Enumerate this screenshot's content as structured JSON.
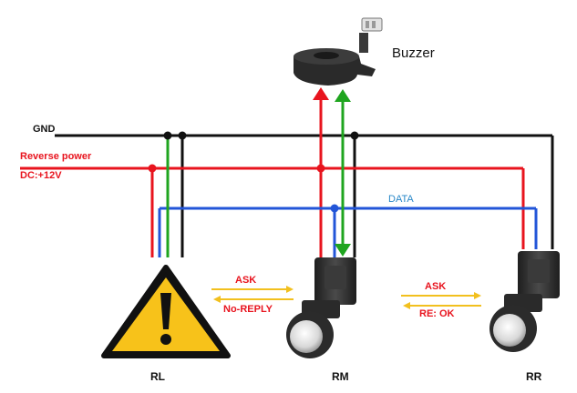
{
  "labels": {
    "gnd": "GND",
    "reverse_power": "Reverse  power",
    "dc": "DC:+12V",
    "data": "DATA",
    "buzzer": "Buzzer",
    "ask_left": "ASK",
    "no_reply": "No-REPLY",
    "ask_right": "ASK",
    "re_ok": "RE: OK",
    "rl": "RL",
    "rm": "RM",
    "rr": "RR"
  },
  "colors": {
    "gnd": "#111111",
    "power": "#e8141e",
    "data": "#2255d8",
    "signal": "#1fa51f",
    "arrow": "#f2c01e",
    "warning_fill": "#f7c21a",
    "sensor": "#2b2b2b"
  },
  "icons": {
    "warning": "warning-triangle-icon",
    "sensor": "parking-sensor-icon",
    "buzzer": "buzzer-icon"
  }
}
